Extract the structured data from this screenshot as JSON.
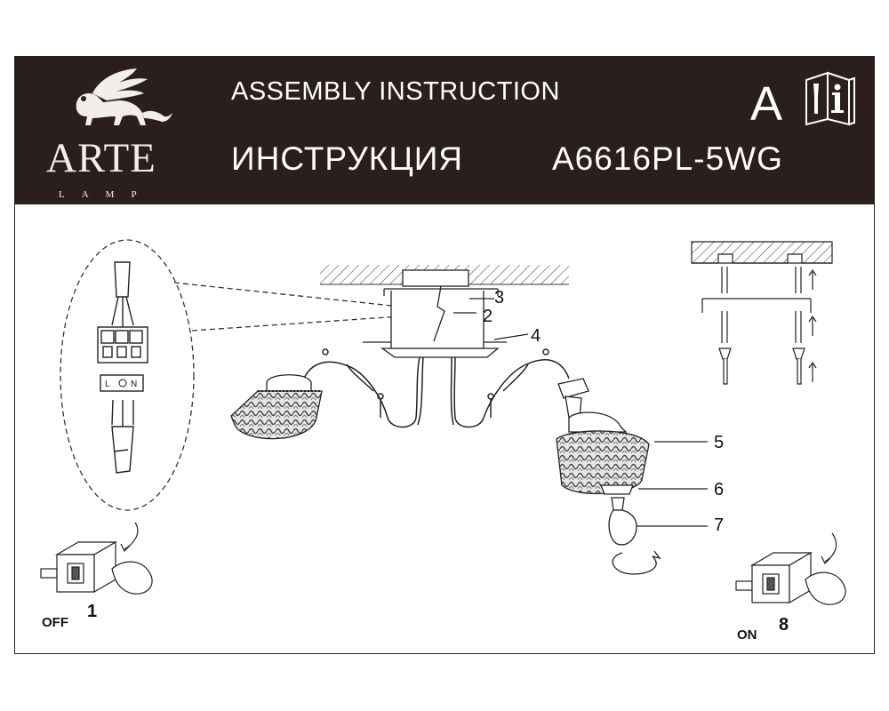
{
  "header": {
    "title_en": "ASSEMBLY INSTRUCTION",
    "title_ru": "ИНСТРУКЦИЯ",
    "model": "A6616PL-5WG",
    "letter": "A",
    "logo": {
      "brand": "ARTE",
      "sub": "LAMP"
    }
  },
  "terminal_labels": [
    "L",
    "N"
  ],
  "callouts": [
    "2",
    "3",
    "4",
    "5",
    "6",
    "7"
  ],
  "switch_off": {
    "label": "OFF",
    "step": "1"
  },
  "switch_on": {
    "label": "ON",
    "step": "8"
  },
  "icons": [
    "griffin-logo-icon",
    "info-book-icon",
    "screwdriver-icon",
    "switch-icon",
    "hand-icon",
    "arrow-icon"
  ],
  "colors": {
    "header_bg": "#2a1f1c",
    "header_text": "#ffffff",
    "line": "#111111"
  }
}
